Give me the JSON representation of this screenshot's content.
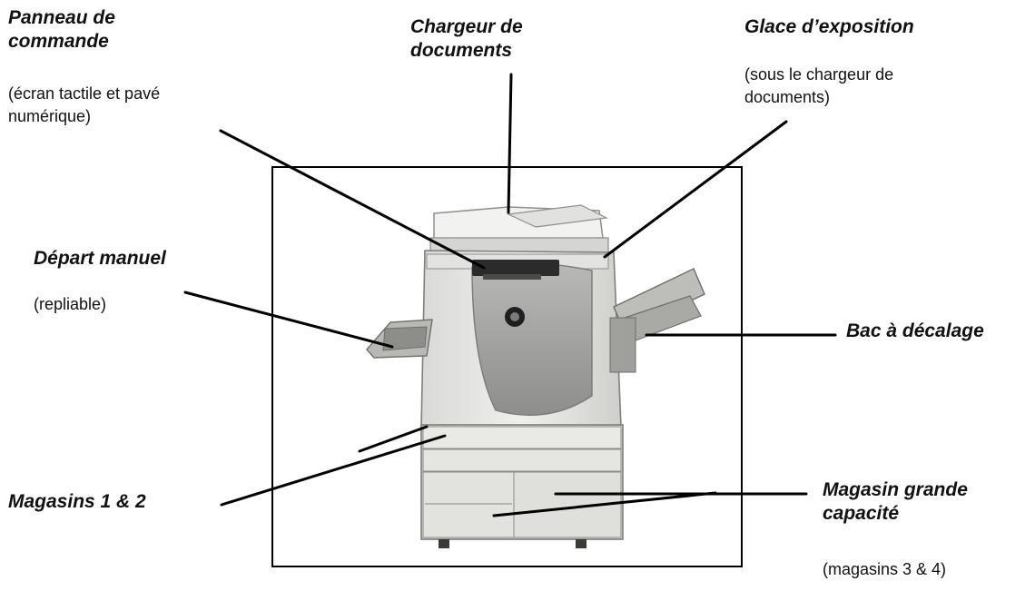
{
  "labels": {
    "control_panel": {
      "title_line1": "Panneau de",
      "title_line2": "commande",
      "detail_line1": "(écran tactile et pavé",
      "detail_line2": "numérique)"
    },
    "document_feeder": {
      "title_line1": "Chargeur de",
      "title_line2": "documents"
    },
    "document_glass": {
      "title": "Glace d’exposition",
      "detail_line1": "(sous le chargeur de",
      "detail_line2": "documents)"
    },
    "bypass_tray": {
      "title": "Départ manuel",
      "detail": "(repliable)"
    },
    "offset_tray": {
      "title": "Bac à décalage"
    },
    "trays_1_2": {
      "title": "Magasins 1 & 2"
    },
    "high_capacity_tray": {
      "title_line1": "Magasin grande",
      "title_line2": "capacité",
      "detail": "(magasins 3 & 4)"
    }
  },
  "colors": {
    "text": "#111111",
    "leader_lines": "#000000",
    "body_light": "#e6e6e4",
    "body_mid": "#cfcfcc",
    "panel_gray": "#a9aaa8",
    "dark": "#2b2b2b"
  }
}
